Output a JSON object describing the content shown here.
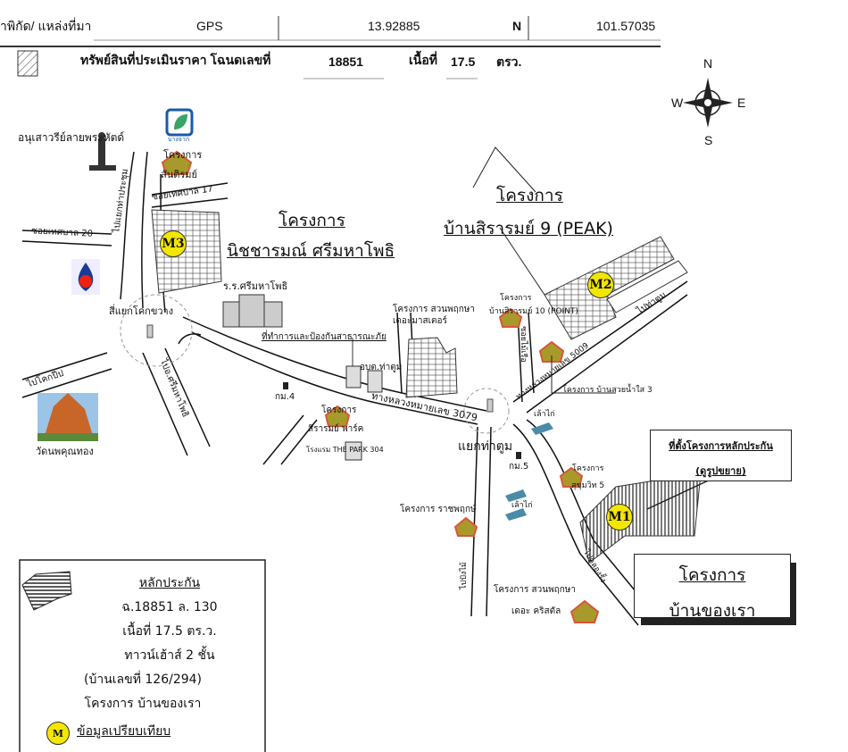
{
  "header": {
    "coord_label": "่าพิกัด/  แหล่งที่มา",
    "source": "GPS",
    "latitude": "13.92885",
    "lat_dir": "N",
    "longitude": "101.57035",
    "asset_label": "ทรัพย์สินที่ประเมินราคา โฉนดเลขที่",
    "deed_no": "18851",
    "area_label": "เนื้อที่",
    "area": "17.5",
    "area_unit": "ตรว."
  },
  "compass": {
    "n": "N",
    "s": "S",
    "e": "E",
    "w": "W"
  },
  "labels": {
    "monument": "อนุเสาวรีย์ลายพระหัตด์",
    "bangchak": "บางจาก",
    "santirom_1": "โครงการ",
    "santirom_2": "สันติรมย์",
    "soi17": "ซอยเทศบาล 17",
    "soi20": "ซอยเทศบาล 20",
    "to_prachum": "ไปแยกท่าประชุม",
    "m3_title": "โครงการ",
    "m3_name": "นิชชารมณ์ ศรีมหาโพธิ",
    "school": "ร.ร.ศรีมหาโพธิ",
    "kok_khwang": "สี่แยกโคกขวาง",
    "disaster_office": "ที่ทำการและป้องกันสาธารณะภัย",
    "to_kokpip": "ไปโคกปีป",
    "to_srimahaphot": "ไปอ.ศรีมหาโพธิ",
    "temple": "วัดนพคุณทอง",
    "km4": "กม.4",
    "obt": "อบต.ท่าตูม",
    "siram_park_1": "โครงการ",
    "siram_park_2": "สิรารมย์ พาร์ค",
    "hotel": "โรงแรม THE PARK 304",
    "road3079": "ทางหลวงหมายเลข 3079",
    "suanpruksa_master": "โครงการ  สวนพฤกษา เดอะมาสเตอร์",
    "point_1": "โครงการ",
    "point_2": "บ้านสิรารมย์ 10 (POINT)",
    "soi_mai": "ซอยไม้เรือ",
    "road5009": "ทางหลวงหมายเลข 5009",
    "suay_nam_sai": "โครงการ บ้านสวยน้ำใส 3",
    "peak_title": "โครงการ",
    "peak_name": "บ้านสิรารมย์ 9 (PEAK)",
    "to_thatum": "ไปท่าตูม",
    "tha_tum_junction": "แยกท่าตูม",
    "km5": "กม.5",
    "chicken_1": "เล้าไก่",
    "chicken_2": "เล้าไก่",
    "sukhumvit_1": "โครงการ",
    "sukhumvit_2": "สุขุมวิท 5",
    "ratchapruk": "โครงการ ราชพฤกษ์",
    "to_plaengyao": "ไปปังไม้",
    "crystal_1": "โครงการ สวนพฤกษา",
    "crystal_2": "เดอะ คริสตัล",
    "to_klongrung": "ไปคลองรั้ง"
  },
  "markers": {
    "m1": "M1",
    "m2": "M2",
    "m3": "M3"
  },
  "callout": {
    "line1": "ที่ตั้งโครงการหลักประกัน",
    "line2": "(ดูรูปขยาย)"
  },
  "project_box": {
    "line1": "โครงการ",
    "line2": "บ้านของเรา"
  },
  "legend": {
    "title": "หลักประกัน",
    "deed": "ฉ.18851  ล. 130",
    "area": "เนื้อที่ 17.5 ตร.ว.",
    "type": "ทาวน์เฮ้าส์ 2 ชั้น",
    "house_no": "(บ้านเลขที่ 126/294)",
    "project": "โครงการ บ้านของเรา",
    "m_symbol": "M",
    "comparison": "ข้อมูลเปรียบเทียบ"
  },
  "colors": {
    "marker": "#f3e600",
    "house_roof": "#d8563a",
    "house_body": "#a89a2a",
    "hatch": "#333333"
  }
}
